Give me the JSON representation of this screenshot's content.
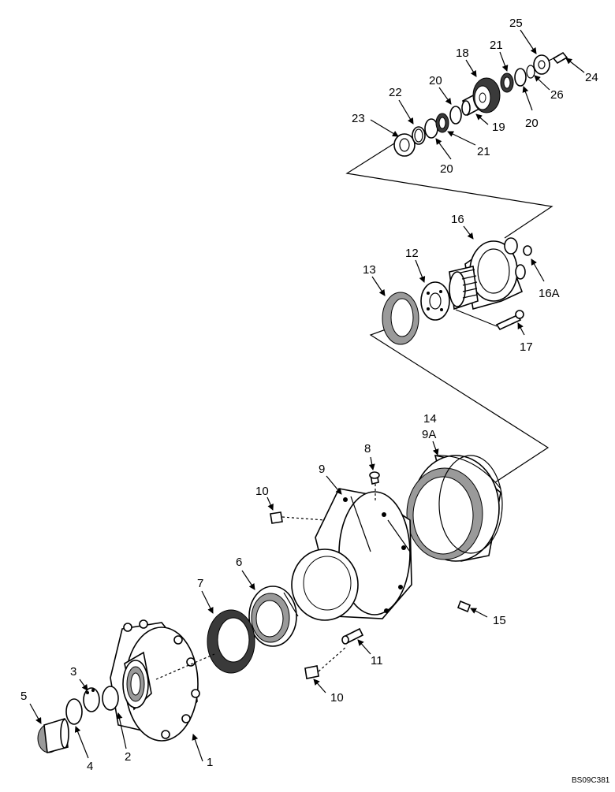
{
  "callouts": {
    "c1": "1",
    "c2": "2",
    "c3": "3",
    "c4": "4",
    "c5": "5",
    "c6": "6",
    "c7": "7",
    "c8": "8",
    "c9": "9",
    "c9a": "9A",
    "c10a": "10",
    "c10b": "10",
    "c11": "11",
    "c12": "12",
    "c13": "13",
    "c14": "14",
    "c15": "15",
    "c16": "16",
    "c16a": "16A",
    "c17": "17",
    "c18": "18",
    "c19": "19",
    "c20a": "20",
    "c20b": "20",
    "c20c": "20",
    "c21a": "21",
    "c21b": "21",
    "c22": "22",
    "c23": "23",
    "c24": "24",
    "c25": "25",
    "c26": "26"
  },
  "figure_code": "BS09C381"
}
